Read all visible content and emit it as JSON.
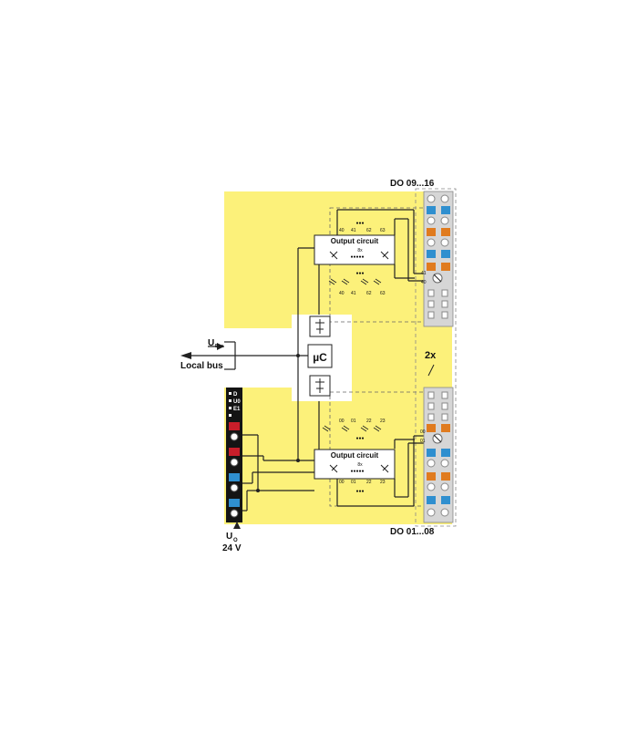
{
  "top_connector_label": "DO 09...16",
  "bottom_connector_label": "DO 01...08",
  "bus": {
    "u_main": "U",
    "u_sub": "Bus",
    "local_bus": "Local bus"
  },
  "supply": {
    "u_main": "U",
    "u_sub": "O",
    "voltage": "24 V"
  },
  "micro": "µC",
  "multiplier": "2x",
  "output_circuit": {
    "title": "Output circuit",
    "count": "8x",
    "dots": "●●●●●",
    "ellipsis": "●●●"
  },
  "top_terminals": {
    "above": [
      "40",
      "41",
      "62",
      "63"
    ],
    "below": [
      "40",
      "41",
      "62",
      "63"
    ],
    "connector_pins": [
      "41",
      "40"
    ]
  },
  "bottom_terminals": {
    "above": [
      "00",
      "01",
      "22",
      "23"
    ],
    "below": [
      "00",
      "01",
      "22",
      "23"
    ],
    "connector_pins": [
      "00",
      "01"
    ]
  },
  "leds": [
    "D",
    "U0",
    "E1",
    ""
  ],
  "colors": {
    "background": "#fcf17a",
    "orange_terminal": "#e07b1f",
    "blue_terminal": "#2f8fcf",
    "red_terminal": "#c81e2a",
    "connector_grey": "#c8c8c8"
  }
}
